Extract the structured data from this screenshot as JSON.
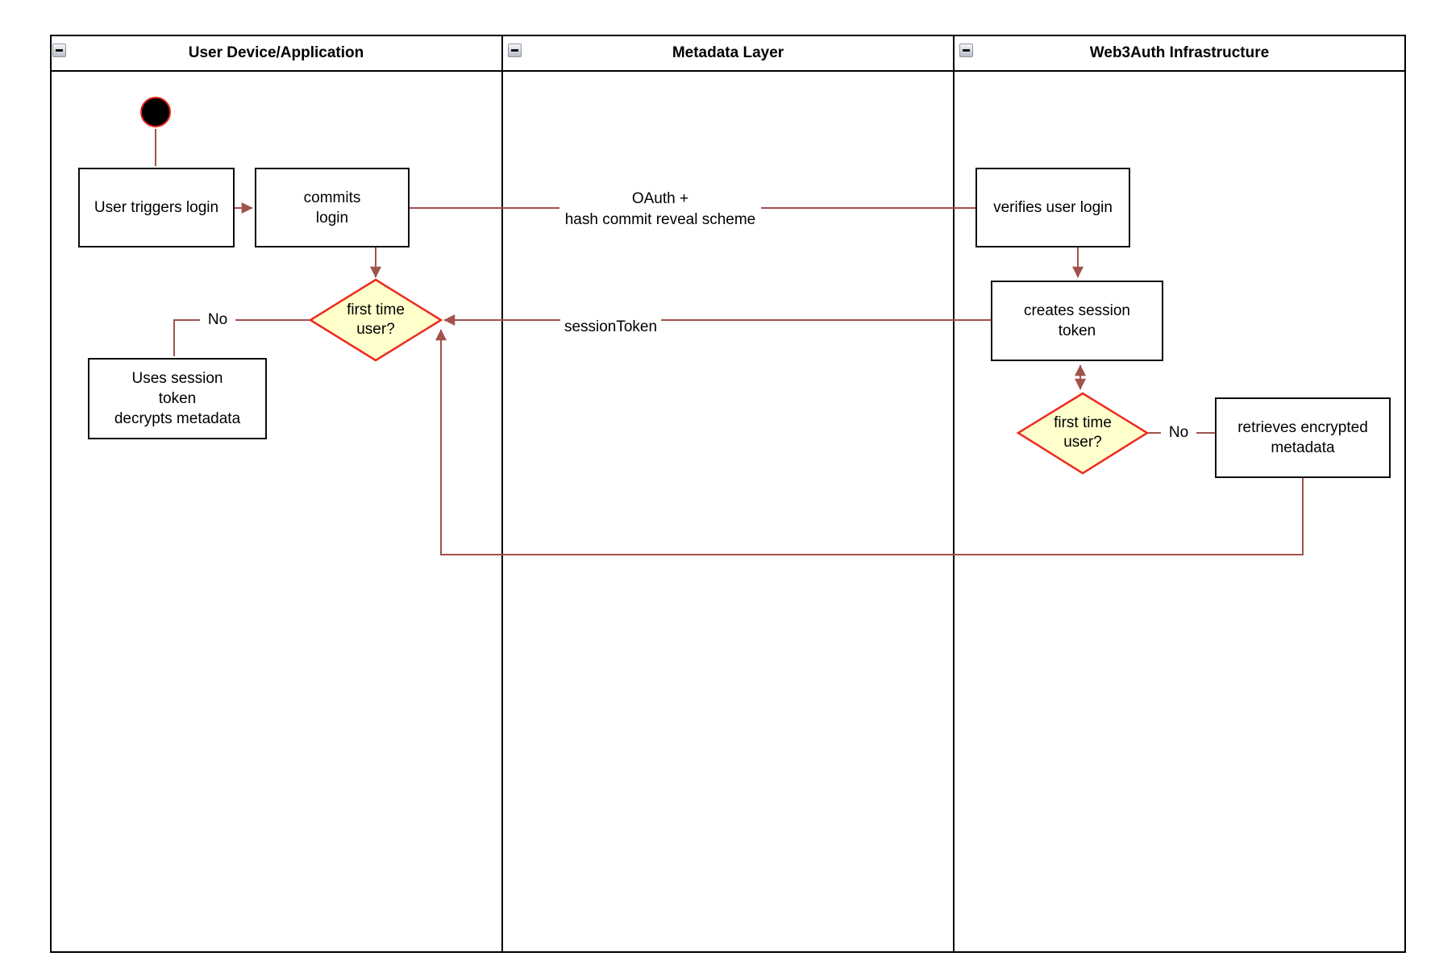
{
  "colors": {
    "connector": "#a0524b",
    "decision_border": "#ee2a1e",
    "decision_fill": "#ffffcc",
    "node_border": "#0b0b0b",
    "start_fill": "#000000",
    "start_ring": "#e2241c"
  },
  "lanes": [
    {
      "title": "User Device/Application"
    },
    {
      "title": "Metadata Layer"
    },
    {
      "title": "Web3Auth Infrastructure"
    }
  ],
  "nodes": {
    "user_triggers_login": "User triggers login",
    "commits_login": "commits\nlogin",
    "verifies_user_login": "verifies user login",
    "first_time_user_1": "first time\nuser?",
    "uses_session_token": "Uses session\ntoken\ndecrypts metadata",
    "creates_session_token": "creates session\ntoken",
    "first_time_user_2": "first time\nuser?",
    "retrieves_encrypted_metadata": "retrieves encrypted\nmetadata"
  },
  "edge_labels": {
    "oauth": "OAuth +\nhash commit reveal scheme",
    "session_token": "sessionToken",
    "no_left": "No",
    "no_right": "No"
  }
}
